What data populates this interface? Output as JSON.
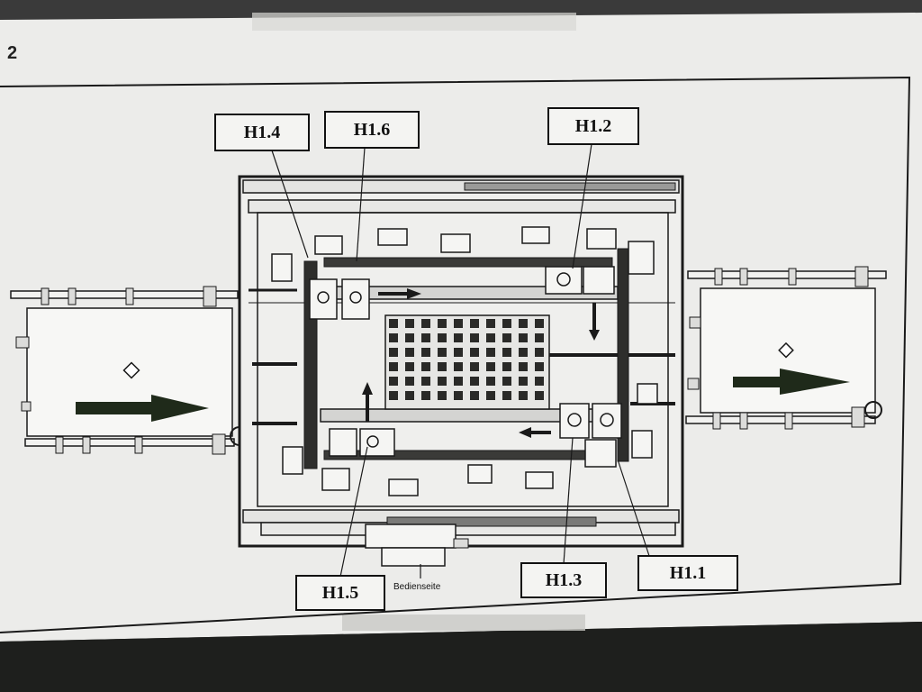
{
  "page_number": "2",
  "operator_side_label": "Bedienseite",
  "callouts": {
    "h1_1": "H1.1",
    "h1_2": "H1.2",
    "h1_3": "H1.3",
    "h1_4": "H1.4",
    "h1_5": "H1.5",
    "h1_6": "H1.6"
  },
  "colors": {
    "paper": "#ededeb",
    "ink": "#1a1a1a",
    "arrow_fill": "#1f2a1a"
  }
}
